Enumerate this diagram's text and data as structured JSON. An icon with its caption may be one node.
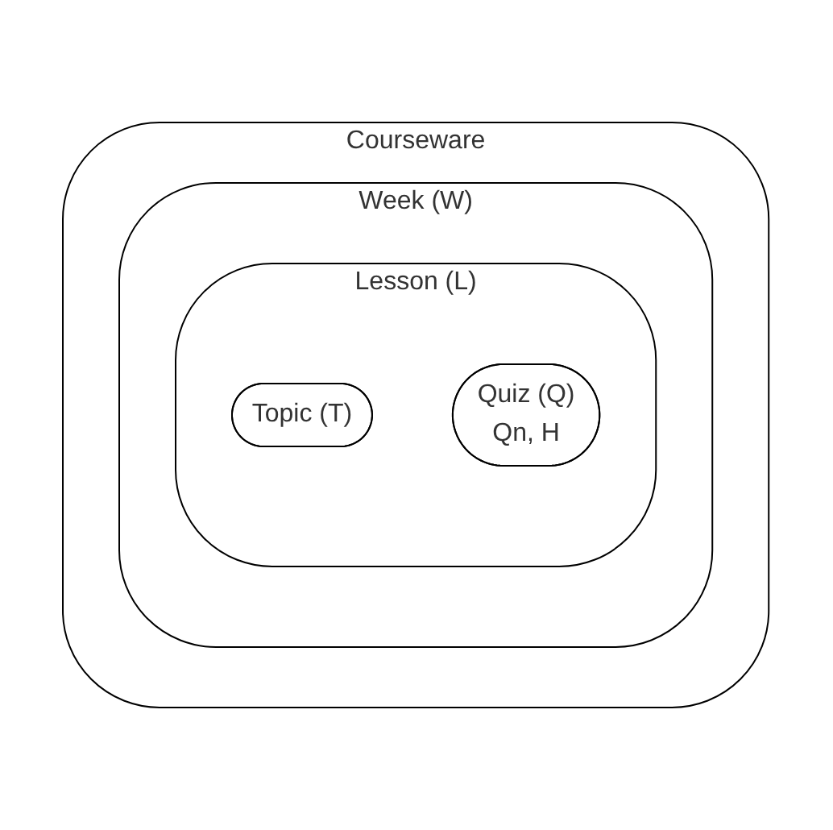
{
  "diagram": {
    "nodes": [
      {
        "text": [
          "Courseware"
        ]
      },
      {
        "text": [
          "Week (W)"
        ],
        "in": 0
      },
      {
        "text": [
          "Lesson (L)"
        ],
        "in": 1
      },
      {
        "text": [
          "Topic (T)"
        ],
        "in": 2
      },
      {
        "text": [
          "Quiz (Q)",
          "Qn, H"
        ],
        "in": 2
      }
    ]
  }
}
